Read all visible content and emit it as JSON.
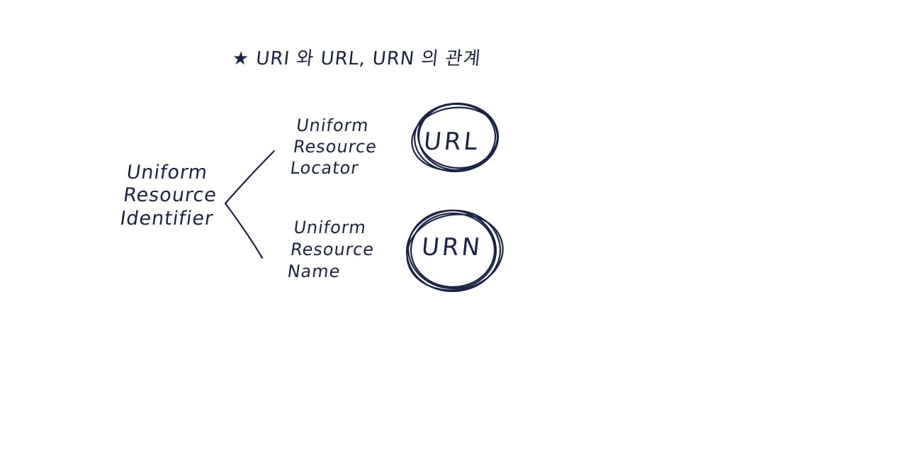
{
  "title": "★ URI 와 URL, URN 의 관계",
  "uri": {
    "lines": [
      "Uniform",
      "Resource",
      "Identifier"
    ]
  },
  "url": {
    "lines": [
      "Uniform",
      "Resource",
      "Locator"
    ],
    "abbr": "URL"
  },
  "urn": {
    "lines": [
      "Uniform",
      "Resource",
      "Name"
    ],
    "abbr": "URN"
  },
  "colors": {
    "ink": "#1a2446",
    "background": "#ffffff"
  }
}
